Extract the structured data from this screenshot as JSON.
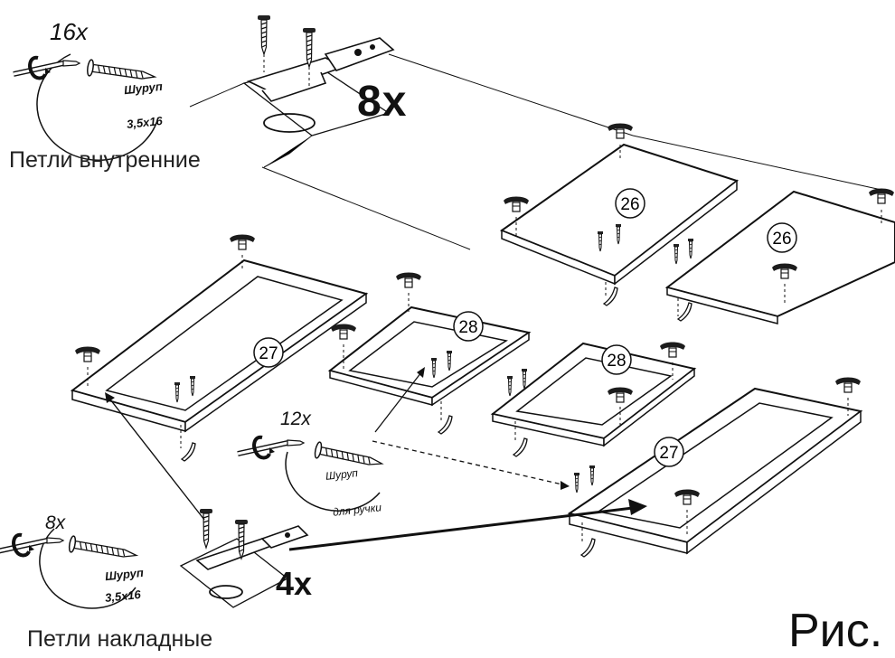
{
  "labels": {
    "inner_hinges": "Петли внутренние",
    "overlay_hinges": "Петли накладные",
    "figure": "Рис."
  },
  "counts": {
    "inner_screws": "16x",
    "inner_hinges": "8x",
    "handle_screws": "12x",
    "overlay_screws": "8x",
    "overlay_hinges": "4x"
  },
  "screws": {
    "inner_name": "Шуруп",
    "inner_size": "3,5x16",
    "handle_name": "Шуруп",
    "handle_purpose": "для ручки",
    "overlay_name": "Шуруп",
    "overlay_size": "3,5x16"
  },
  "parts": [
    {
      "id": "top-left-door",
      "number": "26"
    },
    {
      "id": "top-right-door",
      "number": "26"
    },
    {
      "id": "middle-frame-left",
      "number": "28"
    },
    {
      "id": "middle-frame-right",
      "number": "28"
    },
    {
      "id": "large-frame-left",
      "number": "27"
    },
    {
      "id": "large-frame-right",
      "number": "27"
    }
  ]
}
